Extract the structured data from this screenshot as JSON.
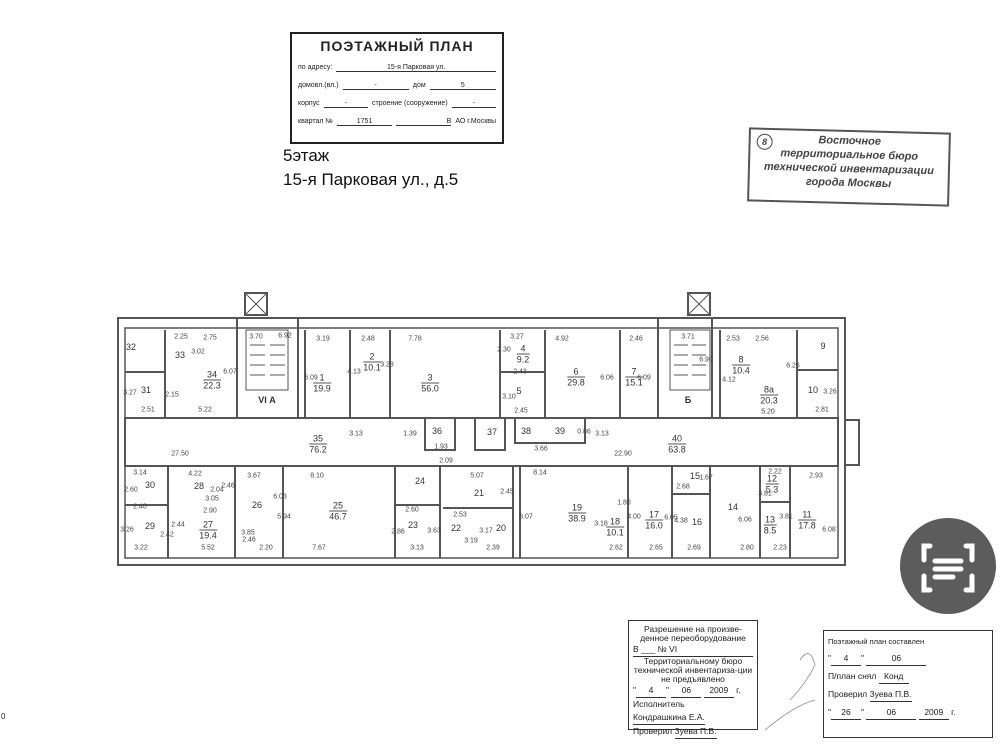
{
  "corner_mark": "0",
  "title_box": {
    "heading": "ПОЭТАЖНЫЙ ПЛАН",
    "address_label": "по адресу:",
    "address_value": "15-я Парковая ул.",
    "domovl_label": "домовл.(вл.)",
    "domovl_value": "-",
    "dom_label": "дом",
    "dom_value": "5",
    "korpus_label": "корпус",
    "korpus_value": "-",
    "stroenie_label": "строение (сооружение)",
    "stroenie_value": "-",
    "kvartal_label": "квартал №",
    "kvartal_value": "1751",
    "okrug_value": "В",
    "okrug_label": "АО г.Москвы"
  },
  "floor": {
    "line1": "5этаж",
    "line2": "15-я Парковая ул., д.5"
  },
  "stamp": {
    "number": "8",
    "lines": [
      "Восточное",
      "территориальное бюро",
      "технической инвентаризации",
      "города Москвы"
    ]
  },
  "plan": {
    "rooms": [
      {
        "n": "32"
      },
      {
        "n": "31"
      },
      {
        "n": "33"
      },
      {
        "n": "34",
        "a": "22.3"
      },
      {
        "n": "VI А"
      },
      {
        "n": "1",
        "a": "19.9"
      },
      {
        "n": "2",
        "a": "10.1"
      },
      {
        "n": "3",
        "a": "56.0"
      },
      {
        "n": "4",
        "a": "9.2"
      },
      {
        "n": "5"
      },
      {
        "n": "6",
        "a": "29.8"
      },
      {
        "n": "7",
        "a": "15.1"
      },
      {
        "n": "Б"
      },
      {
        "n": "8",
        "a": "10.4"
      },
      {
        "n": "8а",
        "a": "20.3"
      },
      {
        "n": "9"
      },
      {
        "n": "10"
      },
      {
        "n": "35",
        "a": "76.2"
      },
      {
        "n": "36"
      },
      {
        "n": "37"
      },
      {
        "n": "38"
      },
      {
        "n": "39"
      },
      {
        "n": "40",
        "a": "63.8"
      },
      {
        "n": "30"
      },
      {
        "n": "28"
      },
      {
        "n": "29"
      },
      {
        "n": "27",
        "a": "19.4"
      },
      {
        "n": "26"
      },
      {
        "n": "25",
        "a": "46.7"
      },
      {
        "n": "24"
      },
      {
        "n": "23"
      },
      {
        "n": "21"
      },
      {
        "n": "22"
      },
      {
        "n": "20"
      },
      {
        "n": "19",
        "a": "38.9"
      },
      {
        "n": "18",
        "a": "10.1"
      },
      {
        "n": "17",
        "a": "16.0"
      },
      {
        "n": "15"
      },
      {
        "n": "16"
      },
      {
        "n": "14"
      },
      {
        "n": "12",
        "a": "5.3"
      },
      {
        "n": "13",
        "a": "8.5"
      },
      {
        "n": "11",
        "a": "17.8"
      }
    ],
    "dims": [
      "2.25",
      "3.02",
      "2.75",
      "6.07",
      "2.15",
      "5.22",
      "3.27",
      "2.51",
      "3.70",
      "6.92",
      "3.19",
      "6.09",
      "2.48",
      "4.13",
      "3.28",
      "7.78",
      "3.27",
      "2.30",
      "2.43",
      "3.10",
      "2.45",
      "4.92",
      "6.06",
      "2.46",
      "6.09",
      "3.71",
      "6.90",
      "2.53",
      "2.56",
      "4.12",
      "6.26",
      "5.20",
      "3.26",
      "2.81",
      "27.50",
      "3.13",
      "1.39",
      "1.93",
      "2.09",
      "3.66",
      "0.86",
      "3.13",
      "22.90",
      "3.14",
      "2.60",
      "2.40",
      "4.22",
      "2.04",
      "3.05",
      "2.90",
      "2.46",
      "3.26",
      "3.22",
      "2.42",
      "2.44",
      "3.85",
      "5.52",
      "3.67",
      "6.03",
      "2.46",
      "2.20",
      "8.10",
      "5.94",
      "7.67",
      "2.60",
      "2.86",
      "3.63",
      "3.13",
      "5.07",
      "2.45",
      "2.53",
      "3.19",
      "3.17",
      "2.39",
      "8.14",
      "6.07",
      "1.80",
      "3.18",
      "4.00",
      "2.62",
      "6.05",
      "2.65",
      "1.67",
      "2.68",
      "4.38",
      "2.69",
      "6.06",
      "2.80",
      "2.22",
      "3.81",
      "3.81",
      "2.23",
      "2.93",
      "6.08"
    ]
  },
  "permit_box": {
    "heading": "Разрешение на произве-денное переоборудование",
    "line_b": "В ___ № VI",
    "body": "Территориальному бюро технической инвентариза-ции не предъявлено",
    "day": "4",
    "month": "06",
    "year": "2009",
    "year_suffix": "г.",
    "executor_label": "Исполнитель",
    "executor": "Кондрашкина Е.А.",
    "checked_label": "Проверил",
    "checked": "Зуева П.В."
  },
  "compiled_box": {
    "heading": "Поэтажный план составлен",
    "day": "4",
    "month": "06",
    "taken_label": "П/план снял",
    "taken": "Конд",
    "checked_label": "Проверил",
    "checked": "Зуева П.В.",
    "day2": "26",
    "month2": "06",
    "year2": "2009",
    "year_suffix": "г."
  }
}
